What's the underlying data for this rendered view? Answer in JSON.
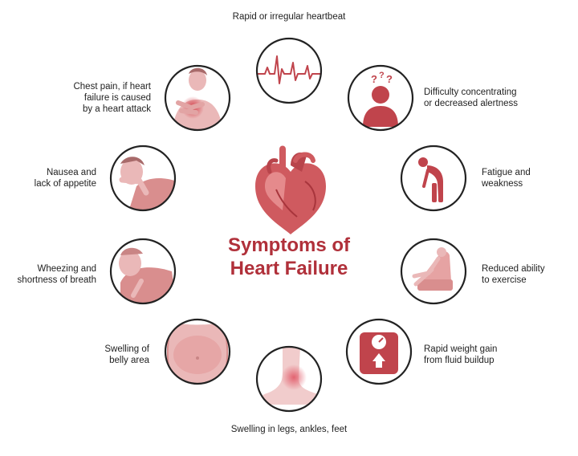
{
  "title": {
    "line1": "Symptoms of",
    "line2": "Heart Failure"
  },
  "colors": {
    "title": "#b0303a",
    "accent": "#c0444c",
    "skin": "#eab8b8",
    "skin_dark": "#d98e8e",
    "ring": "#222222"
  },
  "symptoms": [
    {
      "lines": [
        "Rapid or irregular heartbeat"
      ],
      "icon": "ecg-icon"
    },
    {
      "lines": [
        "Difficulty concentrating",
        "or decreased alertness"
      ],
      "icon": "confused-person-icon"
    },
    {
      "lines": [
        "Fatigue and",
        "weakness"
      ],
      "icon": "tired-person-icon"
    },
    {
      "lines": [
        "Reduced ability",
        "to exercise"
      ],
      "icon": "resting-chair-icon"
    },
    {
      "lines": [
        "Rapid weight gain",
        "from fluid buildup"
      ],
      "icon": "scale-icon"
    },
    {
      "lines": [
        "Swelling in legs, ankles, feet"
      ],
      "icon": "swollen-foot-icon"
    },
    {
      "lines": [
        "Swelling of",
        "belly area"
      ],
      "icon": "swollen-belly-icon"
    },
    {
      "lines": [
        "Wheezing and",
        "shortness of breath"
      ],
      "icon": "wheezing-person-icon"
    },
    {
      "lines": [
        "Nausea and",
        "lack of appetite"
      ],
      "icon": "nauseous-person-icon"
    },
    {
      "lines": [
        "Chest pain, if heart",
        "failure is caused",
        "by a heart attack"
      ],
      "icon": "chest-pain-icon"
    }
  ]
}
